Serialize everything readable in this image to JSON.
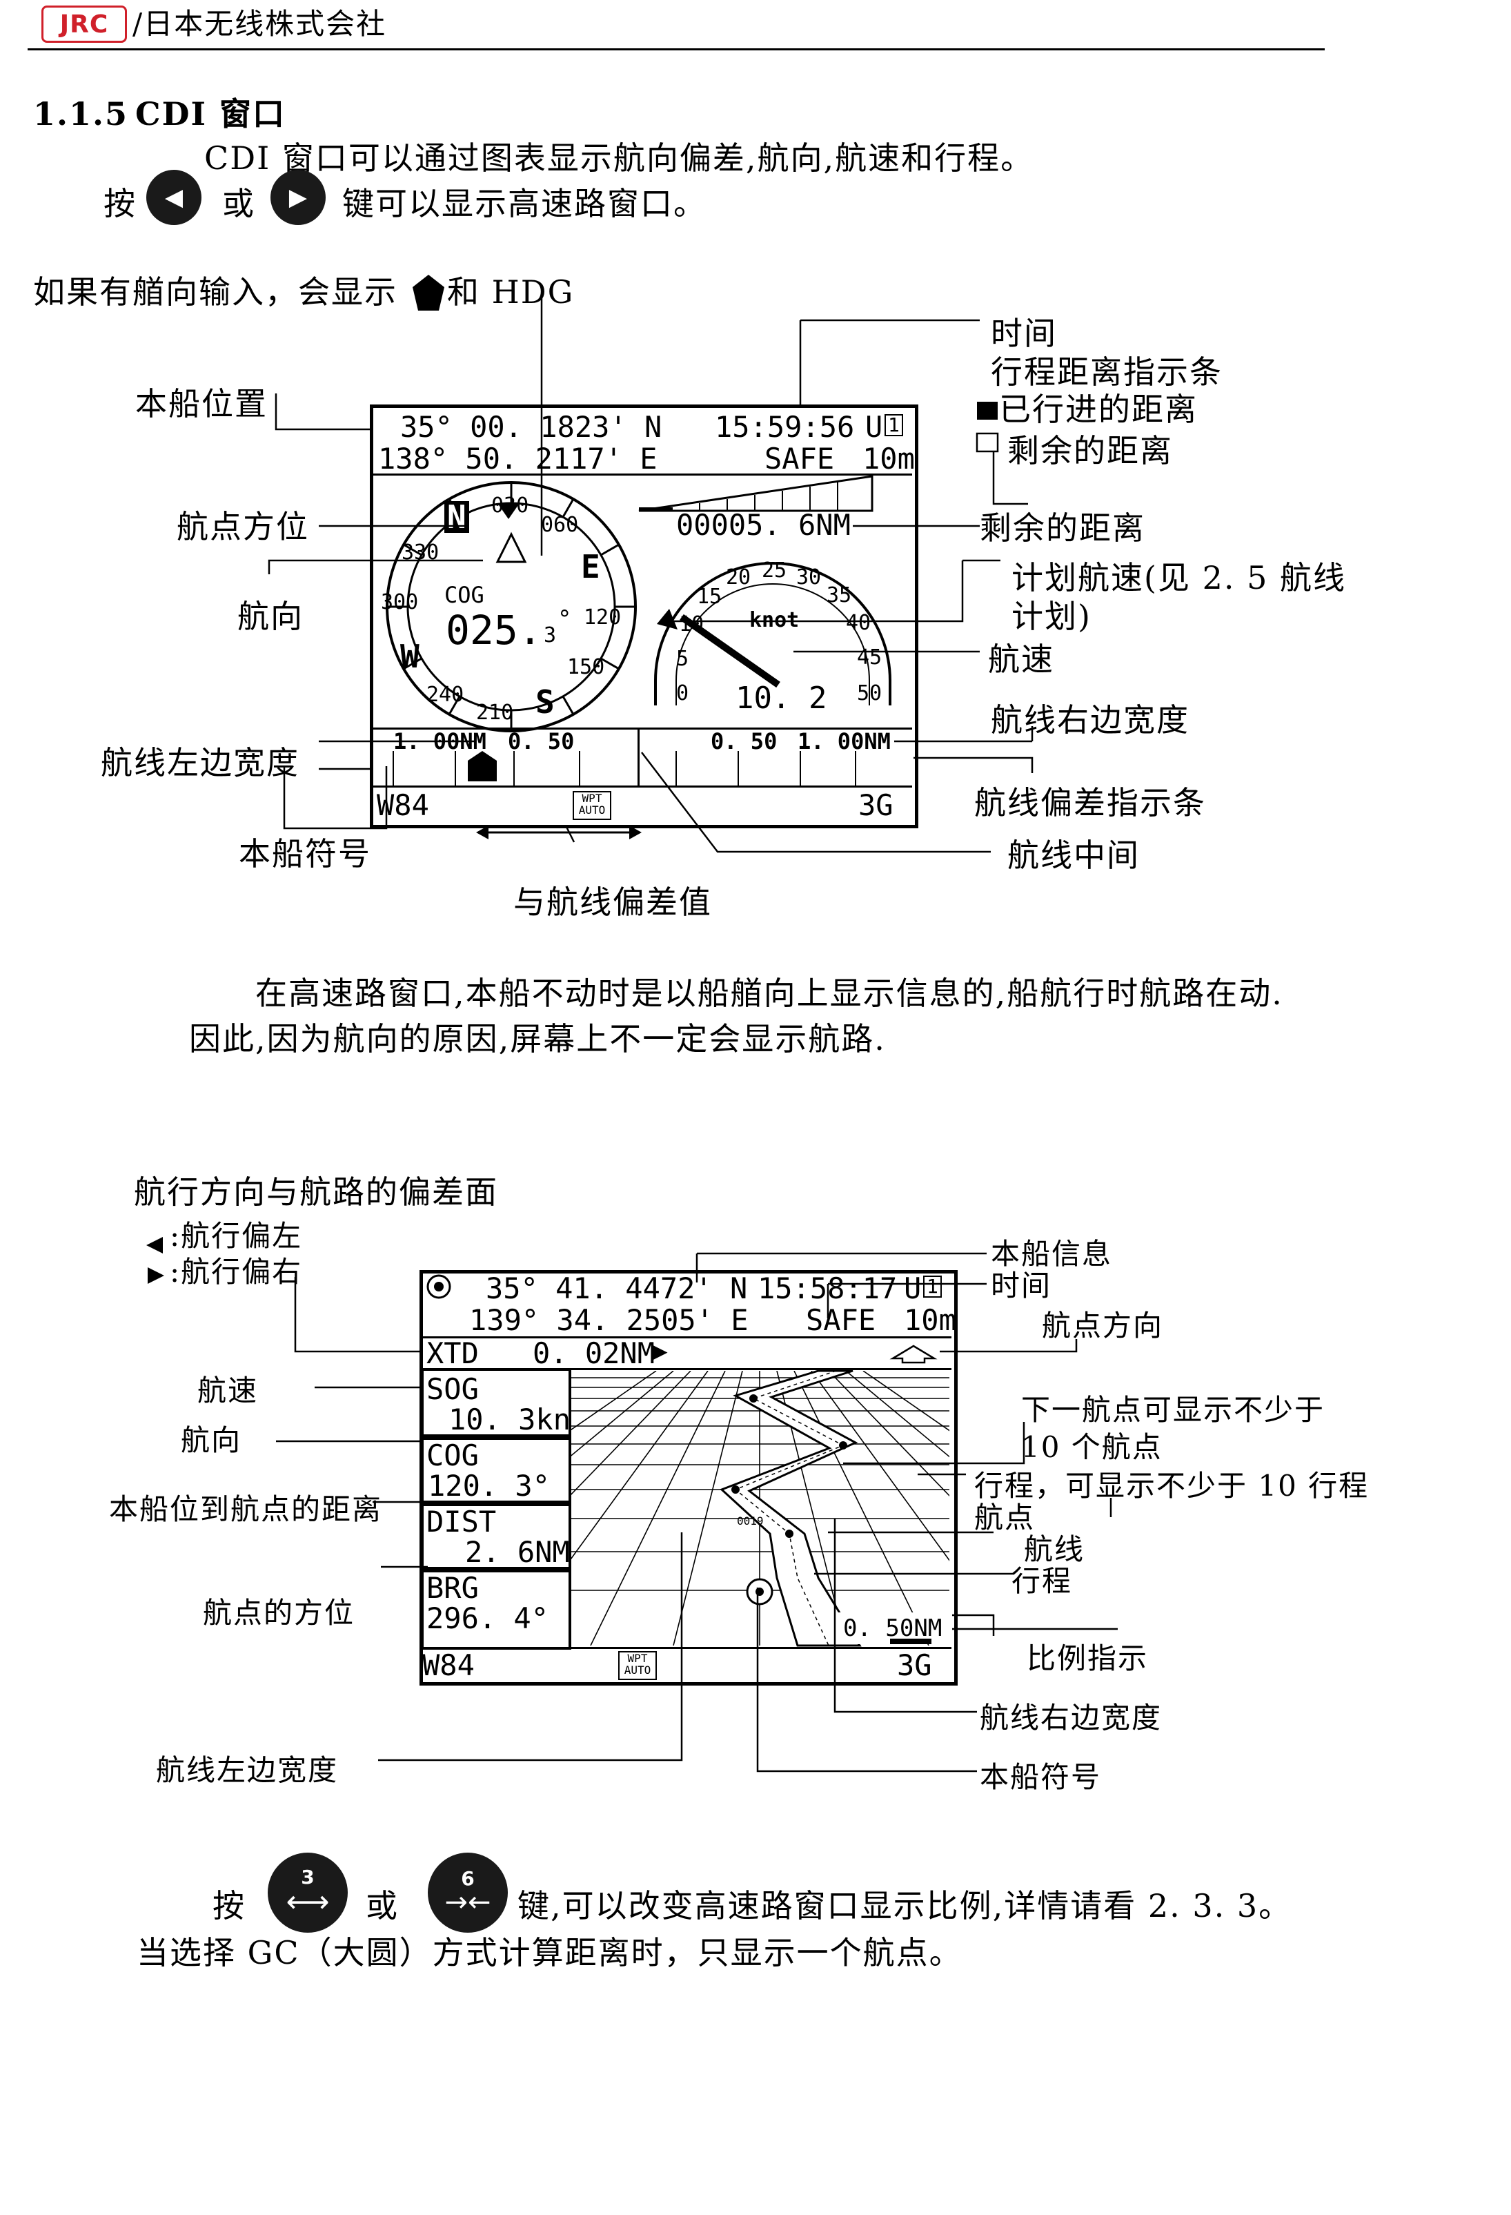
{
  "header": {
    "logo_text": "JRC",
    "company": "/日本无线株式会社"
  },
  "section": {
    "number": "1.1.5",
    "title": "CDI 窗口"
  },
  "intro": {
    "line1": "CDI 窗口可以通过图表显示航向偏差,航向,航速和行程。",
    "press": "按",
    "or": "或",
    "line2_rest": "键可以显示高速路窗口。"
  },
  "heading_note": {
    "before": "如果有艏向输入，会显示",
    "after": "和 HDG"
  },
  "fig1": {
    "lat": "35° 00. 1823' N",
    "lon": "138° 50. 2117' E",
    "time": "15:59:56",
    "u_label": "U",
    "u_index": "1",
    "safe": "SAFE",
    "alt": "10m",
    "compass": {
      "n": "N",
      "e": "E",
      "s": "S",
      "w": "W",
      "t030": "030",
      "t060": "060",
      "t120": "120",
      "t150": "150",
      "t210": "210",
      "t240": "240",
      "t300": "300",
      "t330": "330",
      "cog_label": "COG",
      "cog_int": "025.",
      "cog_dec": "3",
      "cog_deg": "°"
    },
    "dist_value": "00005. 6NM",
    "speed": {
      "unit": "knot",
      "value": "10. 2",
      "t0": "0",
      "t5": "5",
      "t10": "10",
      "t15": "15",
      "t20": "20",
      "t25": "25",
      "t30": "30",
      "t35": "35",
      "t40": "40",
      "t45": "45",
      "t50": "50"
    },
    "xte": {
      "l1": "1. 00NM",
      "l2": "0. 50",
      "r2": "0. 50",
      "r1": "1. 00NM"
    },
    "bottom": {
      "waypoint": "W84",
      "wpt": "WPT",
      "auto": "AUTO",
      "mode": "3G"
    },
    "labels": {
      "own_position": "本船位置",
      "wpt_bearing": "航点方位",
      "heading": "航向",
      "left_width": "航线左边宽度",
      "own_symbol": "本船符号",
      "xte_value": "与航线偏差值",
      "time": "时间",
      "trip_bar": "行程距离指示条",
      "traveled": "已行进的距离",
      "remaining_legend": "剩余的距离",
      "remaining": "剩余的距离",
      "planned_speed_1": "计划航速(见 2. 5 航线",
      "planned_speed_2": "计划)",
      "speed": "航速",
      "right_width": "航线右边宽度",
      "xte_bar": "航线偏差指示条",
      "route_center": "航线中间"
    }
  },
  "para1": {
    "line1": "在高速路窗口,本船不动时是以船艏向上显示信息的,船航行时航路在动.",
    "line2": "因此,因为航向的原因,屏幕上不一定会显示航路."
  },
  "fig2": {
    "lat": "35° 41. 4472' N",
    "lon": "139° 34. 2505' E",
    "time": "15:58:17",
    "u_label": "U",
    "u_index": "1",
    "safe": "SAFE",
    "alt": "10m",
    "xtd_label": "XTD",
    "xtd_value": "0. 02NM",
    "sog_label": "SOG",
    "sog_value": "10. 3kn",
    "cog_label": "COG",
    "cog_value": "120. 3°",
    "dist_label": "DIST",
    "dist_value": "2. 6NM",
    "brg_label": "BRG",
    "brg_value": "296. 4°",
    "wpt_tag": "0019",
    "scale": "0. 50NM",
    "bottom": {
      "waypoint": "W84",
      "wpt": "WPT",
      "auto": "AUTO",
      "mode": "3G"
    },
    "labels": {
      "deviation_title": "航行方向与航路的偏差面",
      "dev_left": ":航行偏左",
      "dev_right": ":航行偏右",
      "sog": "航速",
      "cog": "航向",
      "dist": "本船位到航点的距离",
      "brg": "航点的方位",
      "left_width": "航线左边宽度",
      "own_info": "本船信息",
      "time": "时间",
      "wpt_dir": "航点方向",
      "next_wpt_1": "下一航点可显示不少于",
      "next_wpt_2": "10 个航点",
      "legs": "行程，可显示不少于 10 行程",
      "waypoint": "航点",
      "route": "航线",
      "leg": "行程",
      "scale": "比例指示",
      "right_width": "航线右边宽度",
      "own_symbol": "本船符号"
    }
  },
  "para2": {
    "press": "按",
    "or": "或",
    "key3": "3",
    "key6": "6",
    "rest": "键,可以改变高速路窗口显示比例,详情请看 2. 3. 3。",
    "line2": "当选择 GC（大圆）方式计算距离时，只显示一个航点。"
  }
}
